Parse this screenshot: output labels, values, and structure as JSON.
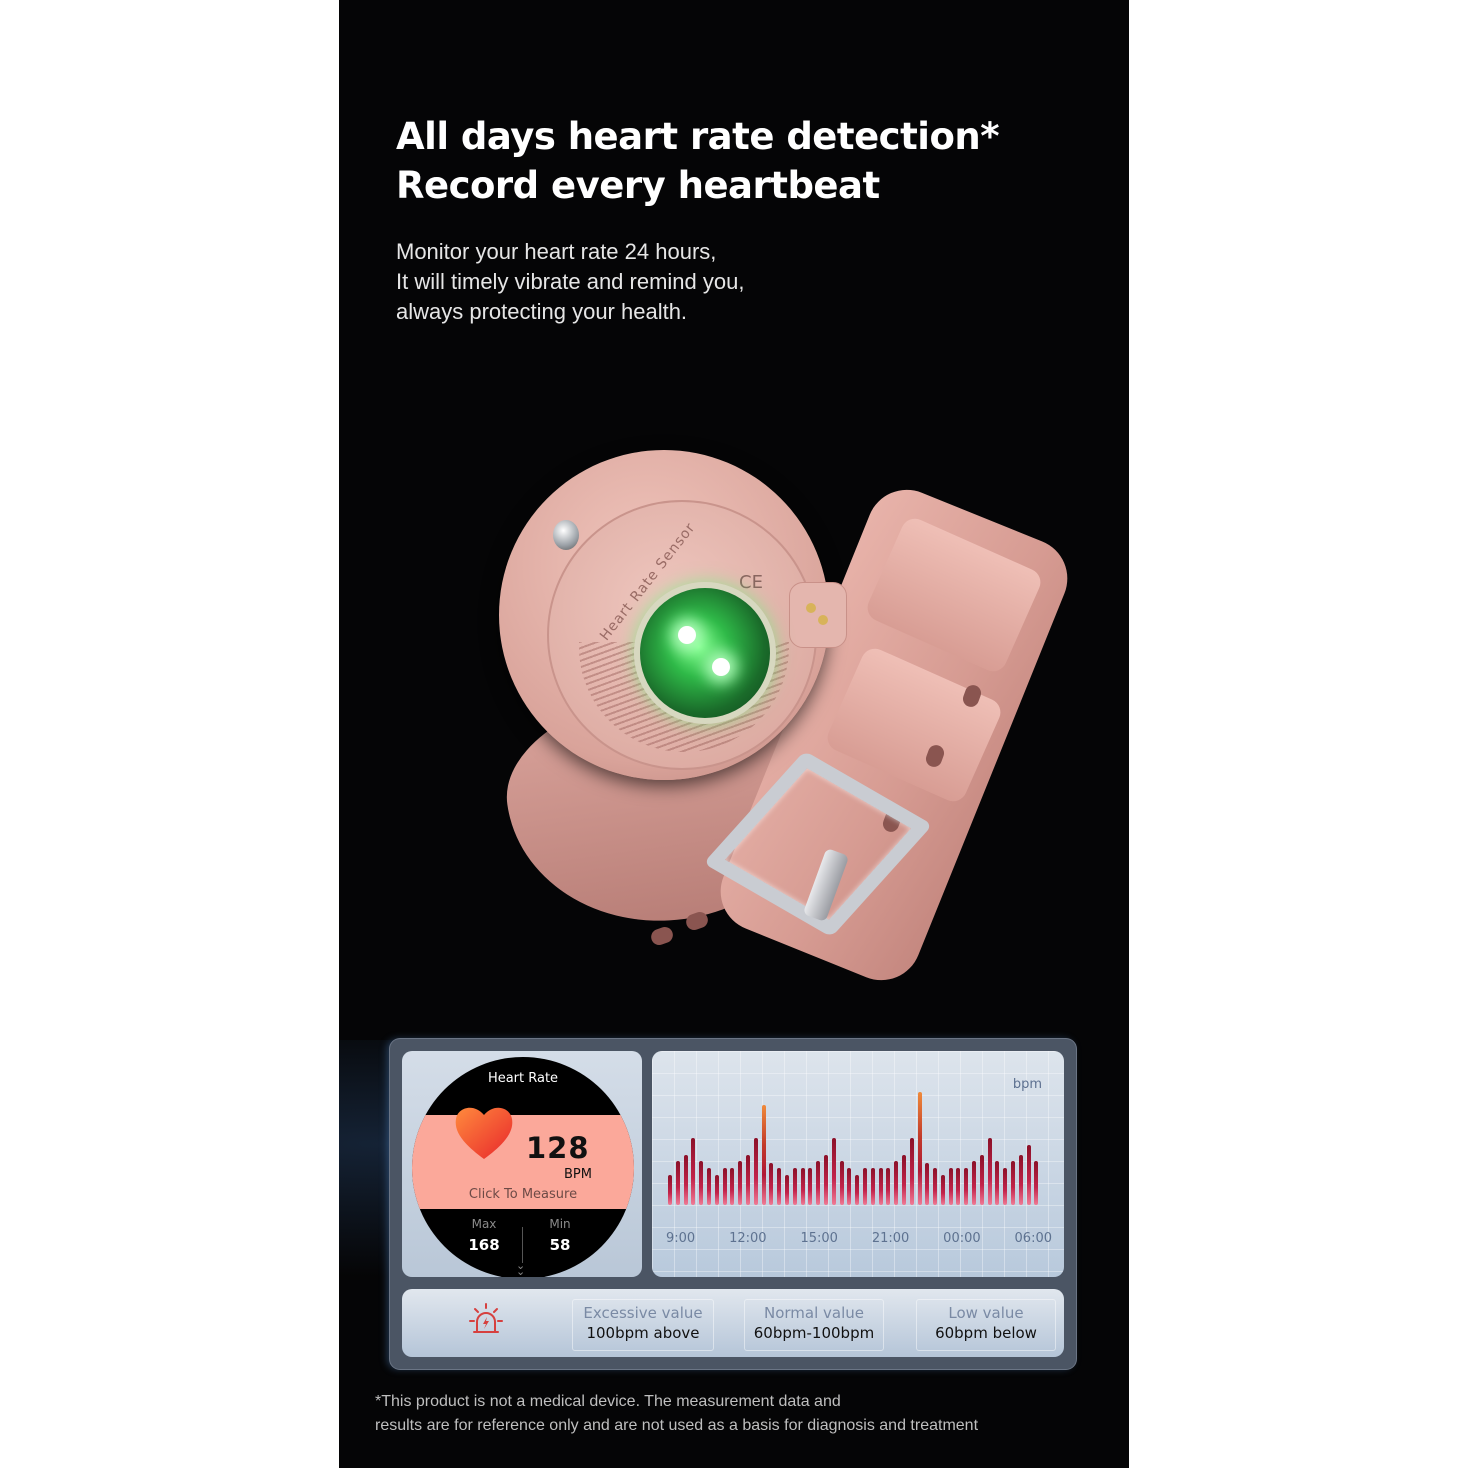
{
  "hero": {
    "headline": [
      "All days heart rate detection*",
      "Record every heartbeat"
    ],
    "subtext": [
      "Monitor your heart rate 24 hours,",
      "It will timely vibrate and remind you,",
      "always protecting your health."
    ]
  },
  "product": {
    "sensor_label": "Heart Rate Sensor",
    "cert_mark": "CE",
    "strap_color": "#d9a39a",
    "sensor_glow_color": "#3fd15a"
  },
  "watch_face": {
    "title": "Heart Rate",
    "bpm_value": "128",
    "bpm_unit": "BPM",
    "action": "Click To Measure",
    "max_label": "Max",
    "max_value": "168",
    "min_label": "Min",
    "min_value": "58",
    "accent_color": "#fba89a"
  },
  "chart": {
    "unit_label": "bpm",
    "x_labels": [
      "9:00",
      "12:00",
      "15:00",
      "21:00",
      "00:00",
      "06:00"
    ]
  },
  "ranges": {
    "items": [
      {
        "title": "Excessive value",
        "value": "100bpm above"
      },
      {
        "title": "Normal value",
        "value": "60bpm-100bpm"
      },
      {
        "title": "Low value",
        "value": "60bpm below"
      }
    ]
  },
  "disclaimer": [
    "*This product is not a medical device. The measurement data and",
    "results are for reference only and are not used as a basis for diagnosis and treatment"
  ],
  "chart_data": {
    "type": "bar",
    "title": "",
    "xlabel": "",
    "ylabel": "bpm",
    "x_tick_labels": [
      "9:00",
      "12:00",
      "15:00",
      "21:00",
      "00:00",
      "06:00"
    ],
    "categories": [
      "1",
      "2",
      "3",
      "4",
      "5",
      "6",
      "7",
      "8",
      "9",
      "10",
      "11",
      "12",
      "13",
      "14",
      "15",
      "16",
      "17",
      "18",
      "19",
      "20",
      "21",
      "22",
      "23",
      "24",
      "25",
      "26",
      "27",
      "28",
      "29",
      "30",
      "31",
      "32",
      "33",
      "34",
      "35",
      "36",
      "37",
      "38",
      "39",
      "40",
      "41",
      "42",
      "43",
      "44",
      "45",
      "46",
      "47",
      "48"
    ],
    "values": [
      30,
      44,
      50,
      67,
      44,
      37,
      30,
      37,
      37,
      44,
      50,
      67,
      100,
      42,
      37,
      30,
      37,
      37,
      37,
      44,
      50,
      67,
      44,
      37,
      30,
      37,
      37,
      37,
      37,
      44,
      50,
      67,
      113,
      42,
      37,
      30,
      37,
      37,
      37,
      44,
      50,
      67,
      44,
      37,
      44,
      50,
      60,
      44
    ],
    "highlight_indices": [
      12,
      32
    ],
    "highlight_color": "#e8702e",
    "bar_color": "#a8163a",
    "grid": true,
    "legend": false,
    "note": "relative bar heights (px-scaled), y-axis unlabeled except unit 'bpm'"
  }
}
